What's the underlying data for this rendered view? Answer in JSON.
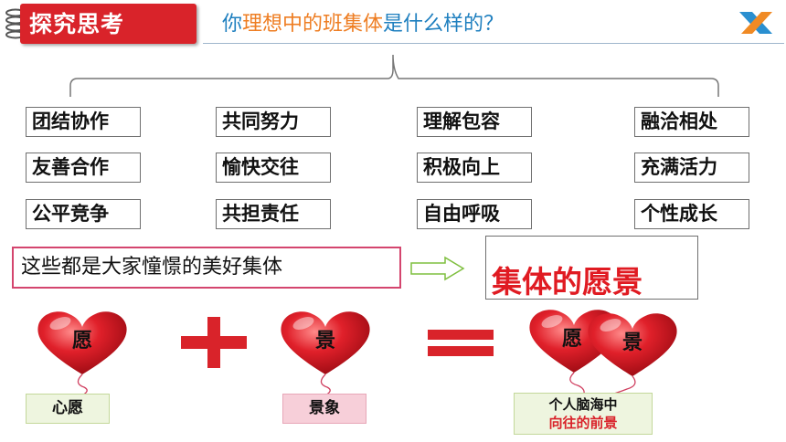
{
  "header": {
    "section_label": "探究思考",
    "question_parts": [
      "你",
      "理想中的班集体",
      "是什么样的？"
    ]
  },
  "keywords": {
    "col1": [
      "团结协作",
      "友善合作",
      "公平竞争"
    ],
    "col2": [
      "共同努力",
      "愉快交往",
      "共担责任"
    ],
    "col3": [
      "理解包容",
      "积极向上",
      "自由呼吸"
    ],
    "col4": [
      "融洽相处",
      "充满活力",
      "个性成长"
    ]
  },
  "statement": "这些都是大家憧憬的美好集体",
  "vision": "集体的愿景",
  "equation": {
    "balloon1": "愿",
    "balloon2": "景",
    "result_left": "愿",
    "result_right": "景",
    "label1": "心愿",
    "label2": "景象",
    "label3_line1": "个人脑海中",
    "label3_line2": "向往的前景"
  },
  "colors": {
    "accent_red": "#d9232a",
    "title_blue": "#1e7fbf",
    "highlight_orange": "#ee7d22",
    "label_green_bg": "#eef5df",
    "label_pink_bg": "#f7cfd9"
  },
  "icons": {
    "logo": "x-logo-icon",
    "binder": "binder-rings-icon",
    "arrow": "right-arrow-icon",
    "balloon": "heart-balloon-icon"
  }
}
